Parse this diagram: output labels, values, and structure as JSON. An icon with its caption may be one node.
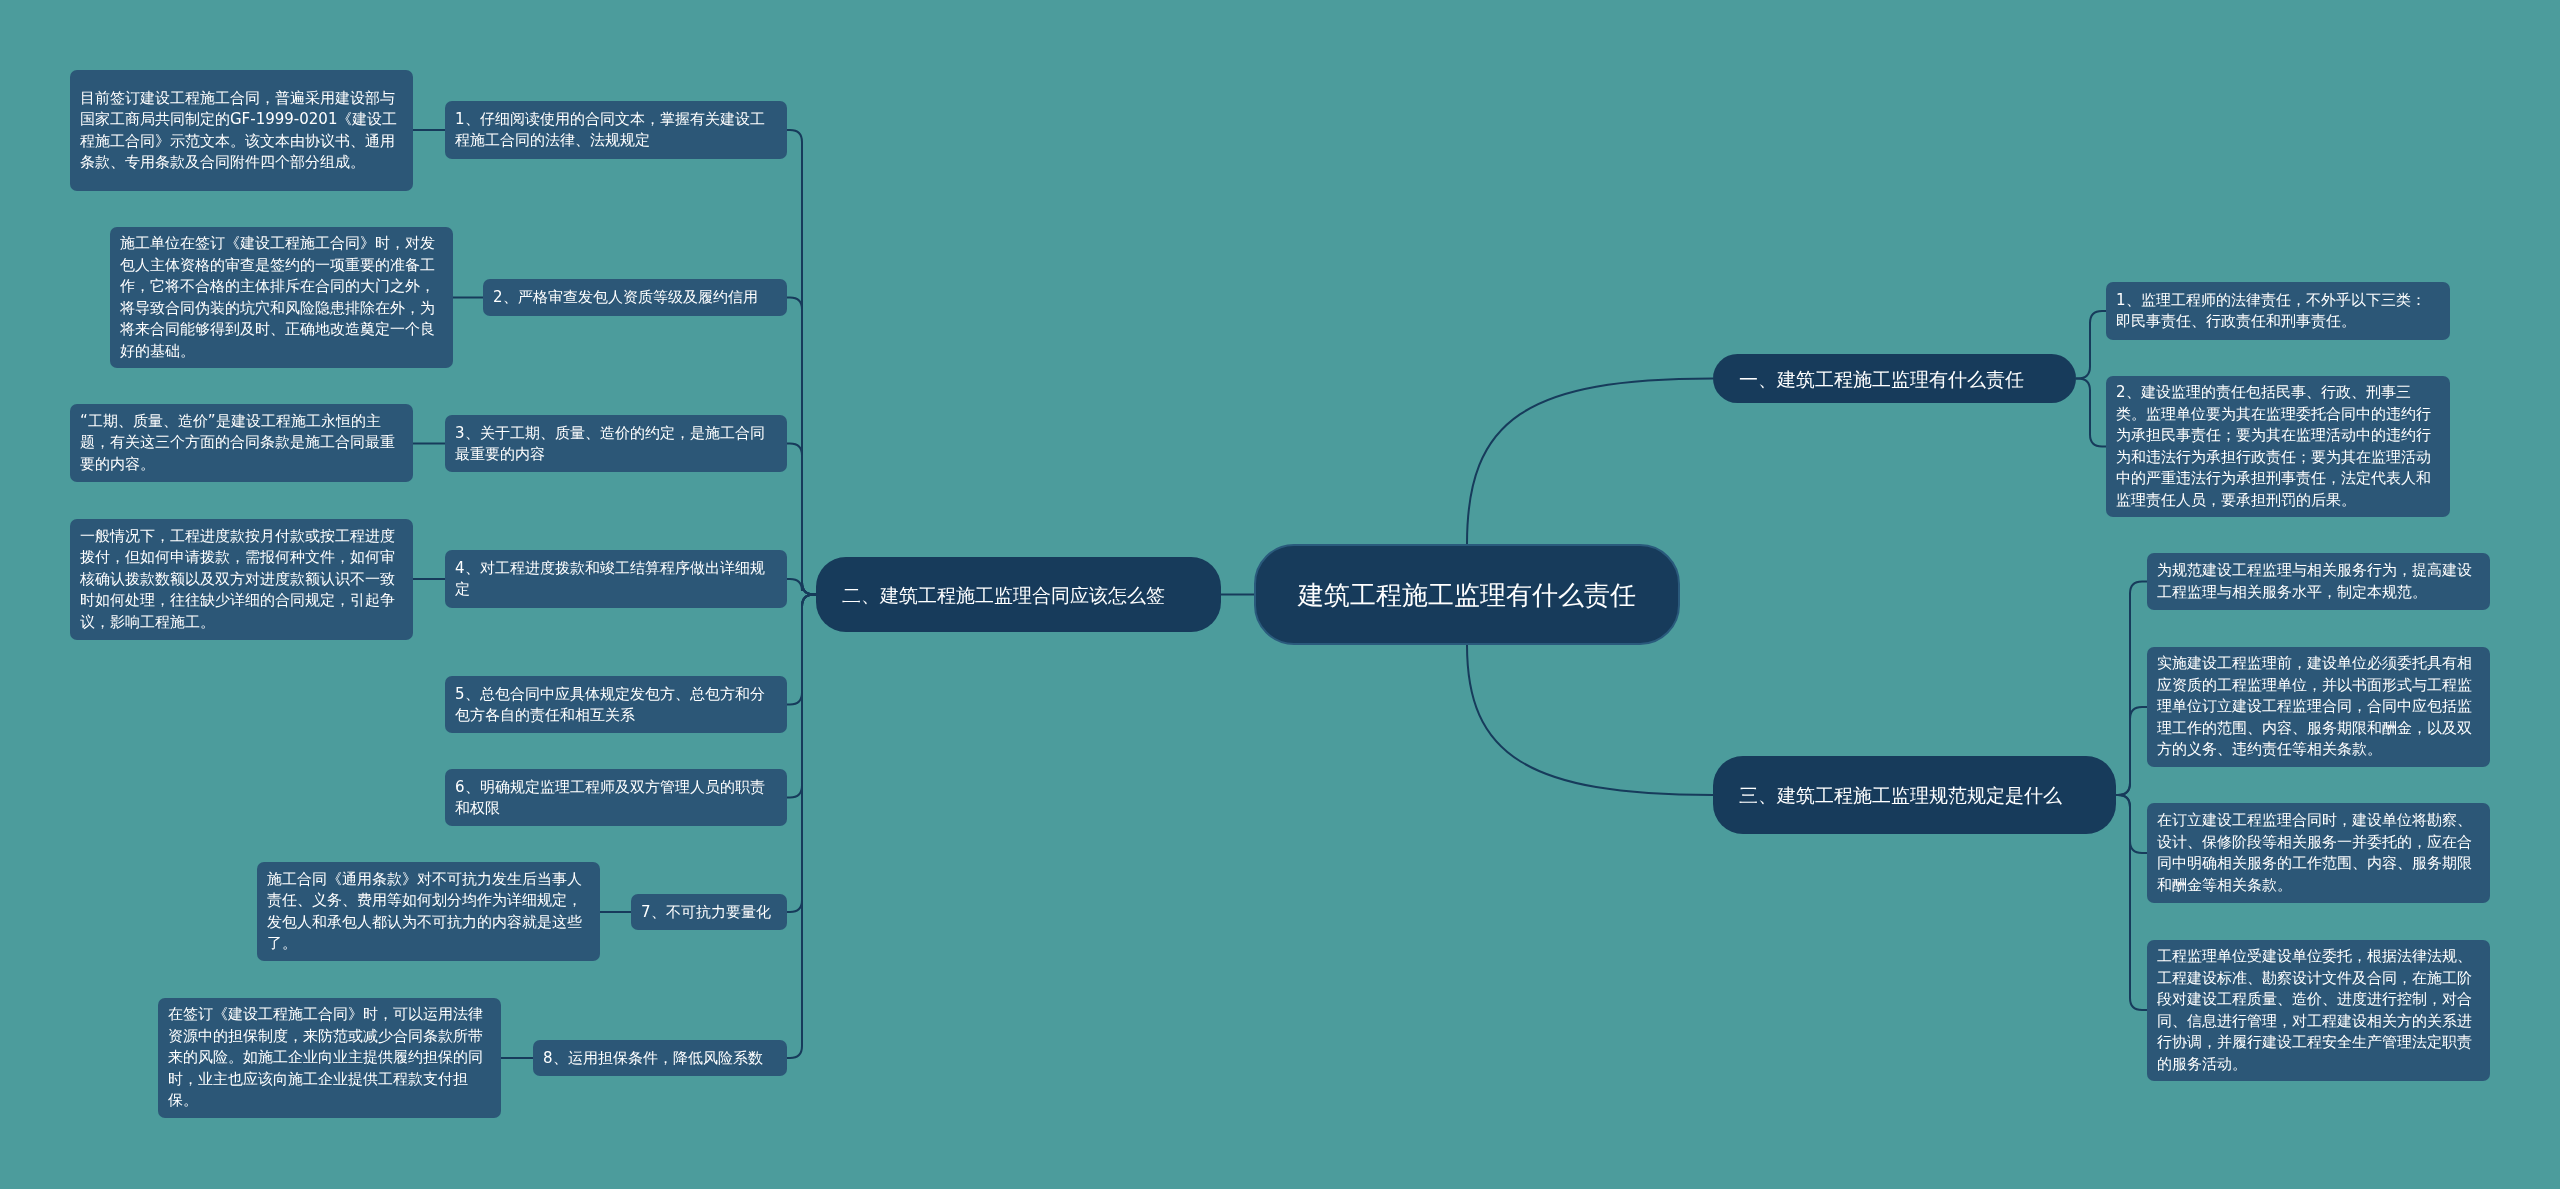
{
  "diagram": {
    "nodes": [
      {
        "text": [
          "建筑工程施工监理有什么责任"
        ]
      },
      {
        "text": [
          "一、建筑工程施工监理有什么责任"
        ]
      },
      {
        "text": [
          "1、监理工程师的法律责任，不外乎以下三类：即民事责任、行政责任和刑事责任。"
        ]
      },
      {
        "text": [
          "2、建设监理的责任包括民事、行政、刑事三类。监理单位要为其在监理委托合同中的违约行为承担民事责任；要为其在监理活动中的违约行为和违法行为承担行政责任；要为其在监理活动中的严重违法行为承担刑事责任，法定代表人和监理责任人员，要承担刑罚的后果。"
        ]
      },
      {
        "text": [
          "二、建筑工程施工监理合同应该怎么签"
        ]
      },
      {
        "text": [
          "1、仔细阅读使用的合同文本，掌握有关建设工程施工合同的法律、法规规定"
        ]
      },
      {
        "text": [
          "目前签订建设工程施工合同，普遍采用建设部与国家工商局共同制定的GF-1999-0201《建设工程施工合同》示范文本。该文本由协议书、通用条款、专用条款及合同附件四个部分组成。"
        ]
      },
      {
        "text": [
          "2、严格审查发包人资质等级及履约信用"
        ]
      },
      {
        "text": [
          "施工单位在签订《建设工程施工合同》时，对发包人主体资格的审查是签约的一项重要的准备工作，它将不合格的主体排斥在合同的大门之外，将导致合同伪装的坑穴和风险隐患排除在外，为将来合同能够得到及时、正确地改造奠定一个良好的基础。"
        ]
      },
      {
        "text": [
          "3、关于工期、质量、造价的约定，是施工合同最重要的内容"
        ]
      },
      {
        "text": [
          "“工期、质量、造价”是建设工程施工永恒的主题，有关这三个方面的合同条款是施工合同最重要的内容。"
        ]
      },
      {
        "text": [
          "4、对工程进度拨款和竣工结算程序做出详细规定"
        ]
      },
      {
        "text": [
          "一般情况下，工程进度款按月付款或按工程进度拨付，但如何申请拨款，需报何种文件，如何审核确认拨款数额以及双方对进度款额认识不一致时如何处理，往往缺少详细的合同规定，引起争议，影响工程施工。"
        ]
      },
      {
        "text": [
          "5、总包合同中应具体规定发包方、总包方和分包方各自的责任和相互关系"
        ]
      },
      {
        "text": [
          "6、明确规定监理工程师及双方管理人员的职责和权限"
        ]
      },
      {
        "text": [
          "7、不可抗力要量化"
        ]
      },
      {
        "text": [
          "施工合同《通用条款》对不可抗力发生后当事人责任、义务、费用等如何划分均作为详细规定，发包人和承包人都认为不可抗力的内容就是这些了。"
        ]
      },
      {
        "text": [
          "8、运用担保条件，降低风险系数"
        ]
      },
      {
        "text": [
          "在签订《建设工程施工合同》时，可以运用法律资源中的担保制度，来防范或减少合同条款所带来的风险。如施工企业向业主提供履约担保的同时，业主也应该向施工企业提供工程款支付担保。"
        ]
      },
      {
        "text": [
          "三、建筑工程施工监理规范规定是什么"
        ]
      },
      {
        "text": [
          "为规范建设工程监理与相关服务行为，提高建设工程监理与相关服务水平，制定本规范。"
        ]
      },
      {
        "text": [
          "实施建设工程监理前，建设单位必须委托具有相应资质的工程监理单位，并以书面形式与工程监理单位订立建设工程监理合同，合同中应包括监理工作的范围、内容、服务期限和酬金，以及双方的义务、违约责任等相关条款。"
        ]
      },
      {
        "text": [
          "在订立建设工程监理合同时，建设单位将勘察、设计、保修阶段等相关服务一并委托的，应在合同中明确相关服务的工作范围、内容、服务期限和酬金等相关条款。"
        ]
      },
      {
        "text": [
          "工程监理单位受建设单位委托，根据法律法规、工程建设标准、勘察设计文件及合同，在施工阶段对建设工程质量、造价、进度进行控制，对合同、信息进行管理，对工程建设相关方的关系进行协调，并履行建设工程安全生产管理法定职责的服务活动。"
        ]
      }
    ],
    "edges": [
      {
        "from": 0,
        "to": 1,
        "arrow": "none"
      },
      {
        "from": 1,
        "to": 2,
        "arrow": "none"
      },
      {
        "from": 1,
        "to": 3,
        "arrow": "none"
      },
      {
        "from": 0,
        "to": 4,
        "arrow": "none"
      },
      {
        "from": 4,
        "to": 5,
        "arrow": "none"
      },
      {
        "from": 5,
        "to": 6,
        "arrow": "none"
      },
      {
        "from": 4,
        "to": 7,
        "arrow": "none"
      },
      {
        "from": 7,
        "to": 8,
        "arrow": "none"
      },
      {
        "from": 4,
        "to": 9,
        "arrow": "none"
      },
      {
        "from": 9,
        "to": 10,
        "arrow": "none"
      },
      {
        "from": 4,
        "to": 11,
        "arrow": "none"
      },
      {
        "from": 11,
        "to": 12,
        "arrow": "none"
      },
      {
        "from": 4,
        "to": 13,
        "arrow": "none"
      },
      {
        "from": 4,
        "to": 14,
        "arrow": "none"
      },
      {
        "from": 4,
        "to": 15,
        "arrow": "none"
      },
      {
        "from": 15,
        "to": 16,
        "arrow": "none"
      },
      {
        "from": 4,
        "to": 17,
        "arrow": "none"
      },
      {
        "from": 17,
        "to": 18,
        "arrow": "none"
      },
      {
        "from": 0,
        "to": 19,
        "arrow": "none"
      },
      {
        "from": 19,
        "to": 20,
        "arrow": "none"
      },
      {
        "from": 19,
        "to": 21,
        "arrow": "none"
      },
      {
        "from": 19,
        "to": 22,
        "arrow": "none"
      },
      {
        "from": 19,
        "to": 23,
        "arrow": "none"
      }
    ]
  }
}
